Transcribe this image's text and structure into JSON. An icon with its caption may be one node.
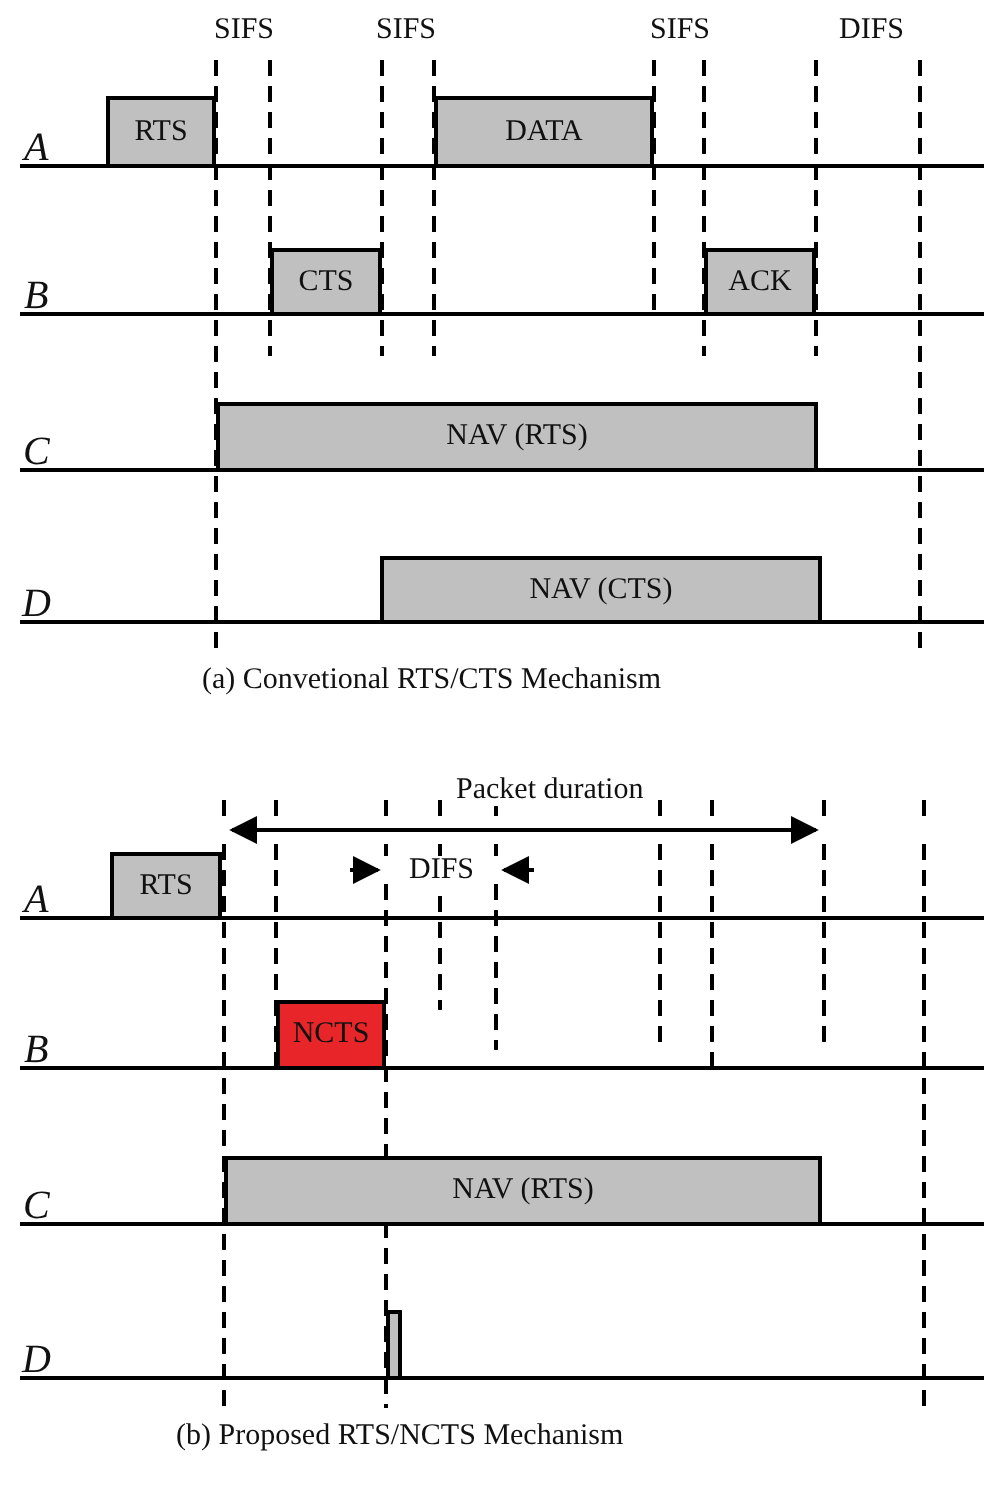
{
  "diagram": {
    "nodes": [
      {
        "text": [
          "RTS"
        ]
      },
      {
        "text": [
          "DATA"
        ]
      },
      {
        "text": [
          "CTS"
        ]
      },
      {
        "text": [
          "ACK"
        ]
      },
      {
        "text": [
          "NAV (RTS)"
        ]
      },
      {
        "text": [
          "NAV (CTS)"
        ]
      },
      {
        "text": [
          "RTS"
        ]
      },
      {
        "text": [
          "NCTS"
        ]
      },
      {
        "text": [
          "NAV (RTS)"
        ]
      },
      {
        "text": [],
        "shape": "bar"
      }
    ],
    "edges": [],
    "labels": [
      "SIFS",
      "SIFS",
      "SIFS",
      "DIFS",
      "A",
      "B",
      "C",
      "D",
      "(a) Convetional RTS/CTS Mechanism",
      "Packet duration",
      "DIFS",
      "A",
      "B",
      "C",
      "D",
      "(b) Proposed RTS/NCTS Mechanism"
    ]
  }
}
